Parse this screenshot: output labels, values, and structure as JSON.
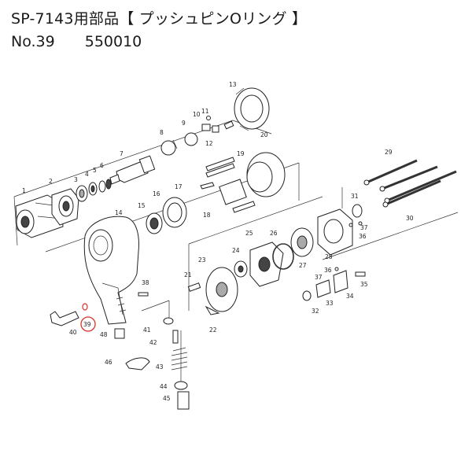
{
  "header": {
    "title": "SP-7143用部品【 プッシュピンOリング 】",
    "number_label": "No.39",
    "part_number": "550010"
  },
  "highlight": {
    "part": "39",
    "color": "#e0302a"
  },
  "part_labels": [
    "1",
    "2",
    "3",
    "4",
    "5",
    "6",
    "7",
    "8",
    "9",
    "10",
    "11",
    "12",
    "13",
    "14",
    "15",
    "16",
    "17",
    "18",
    "19",
    "20",
    "21",
    "22",
    "23",
    "24",
    "25",
    "26",
    "27",
    "28",
    "29",
    "30",
    "31",
    "32",
    "33",
    "34",
    "35",
    "36",
    "36",
    "37",
    "37",
    "38",
    "39",
    "40",
    "41",
    "42",
    "43",
    "44",
    "45",
    "46",
    "48"
  ]
}
